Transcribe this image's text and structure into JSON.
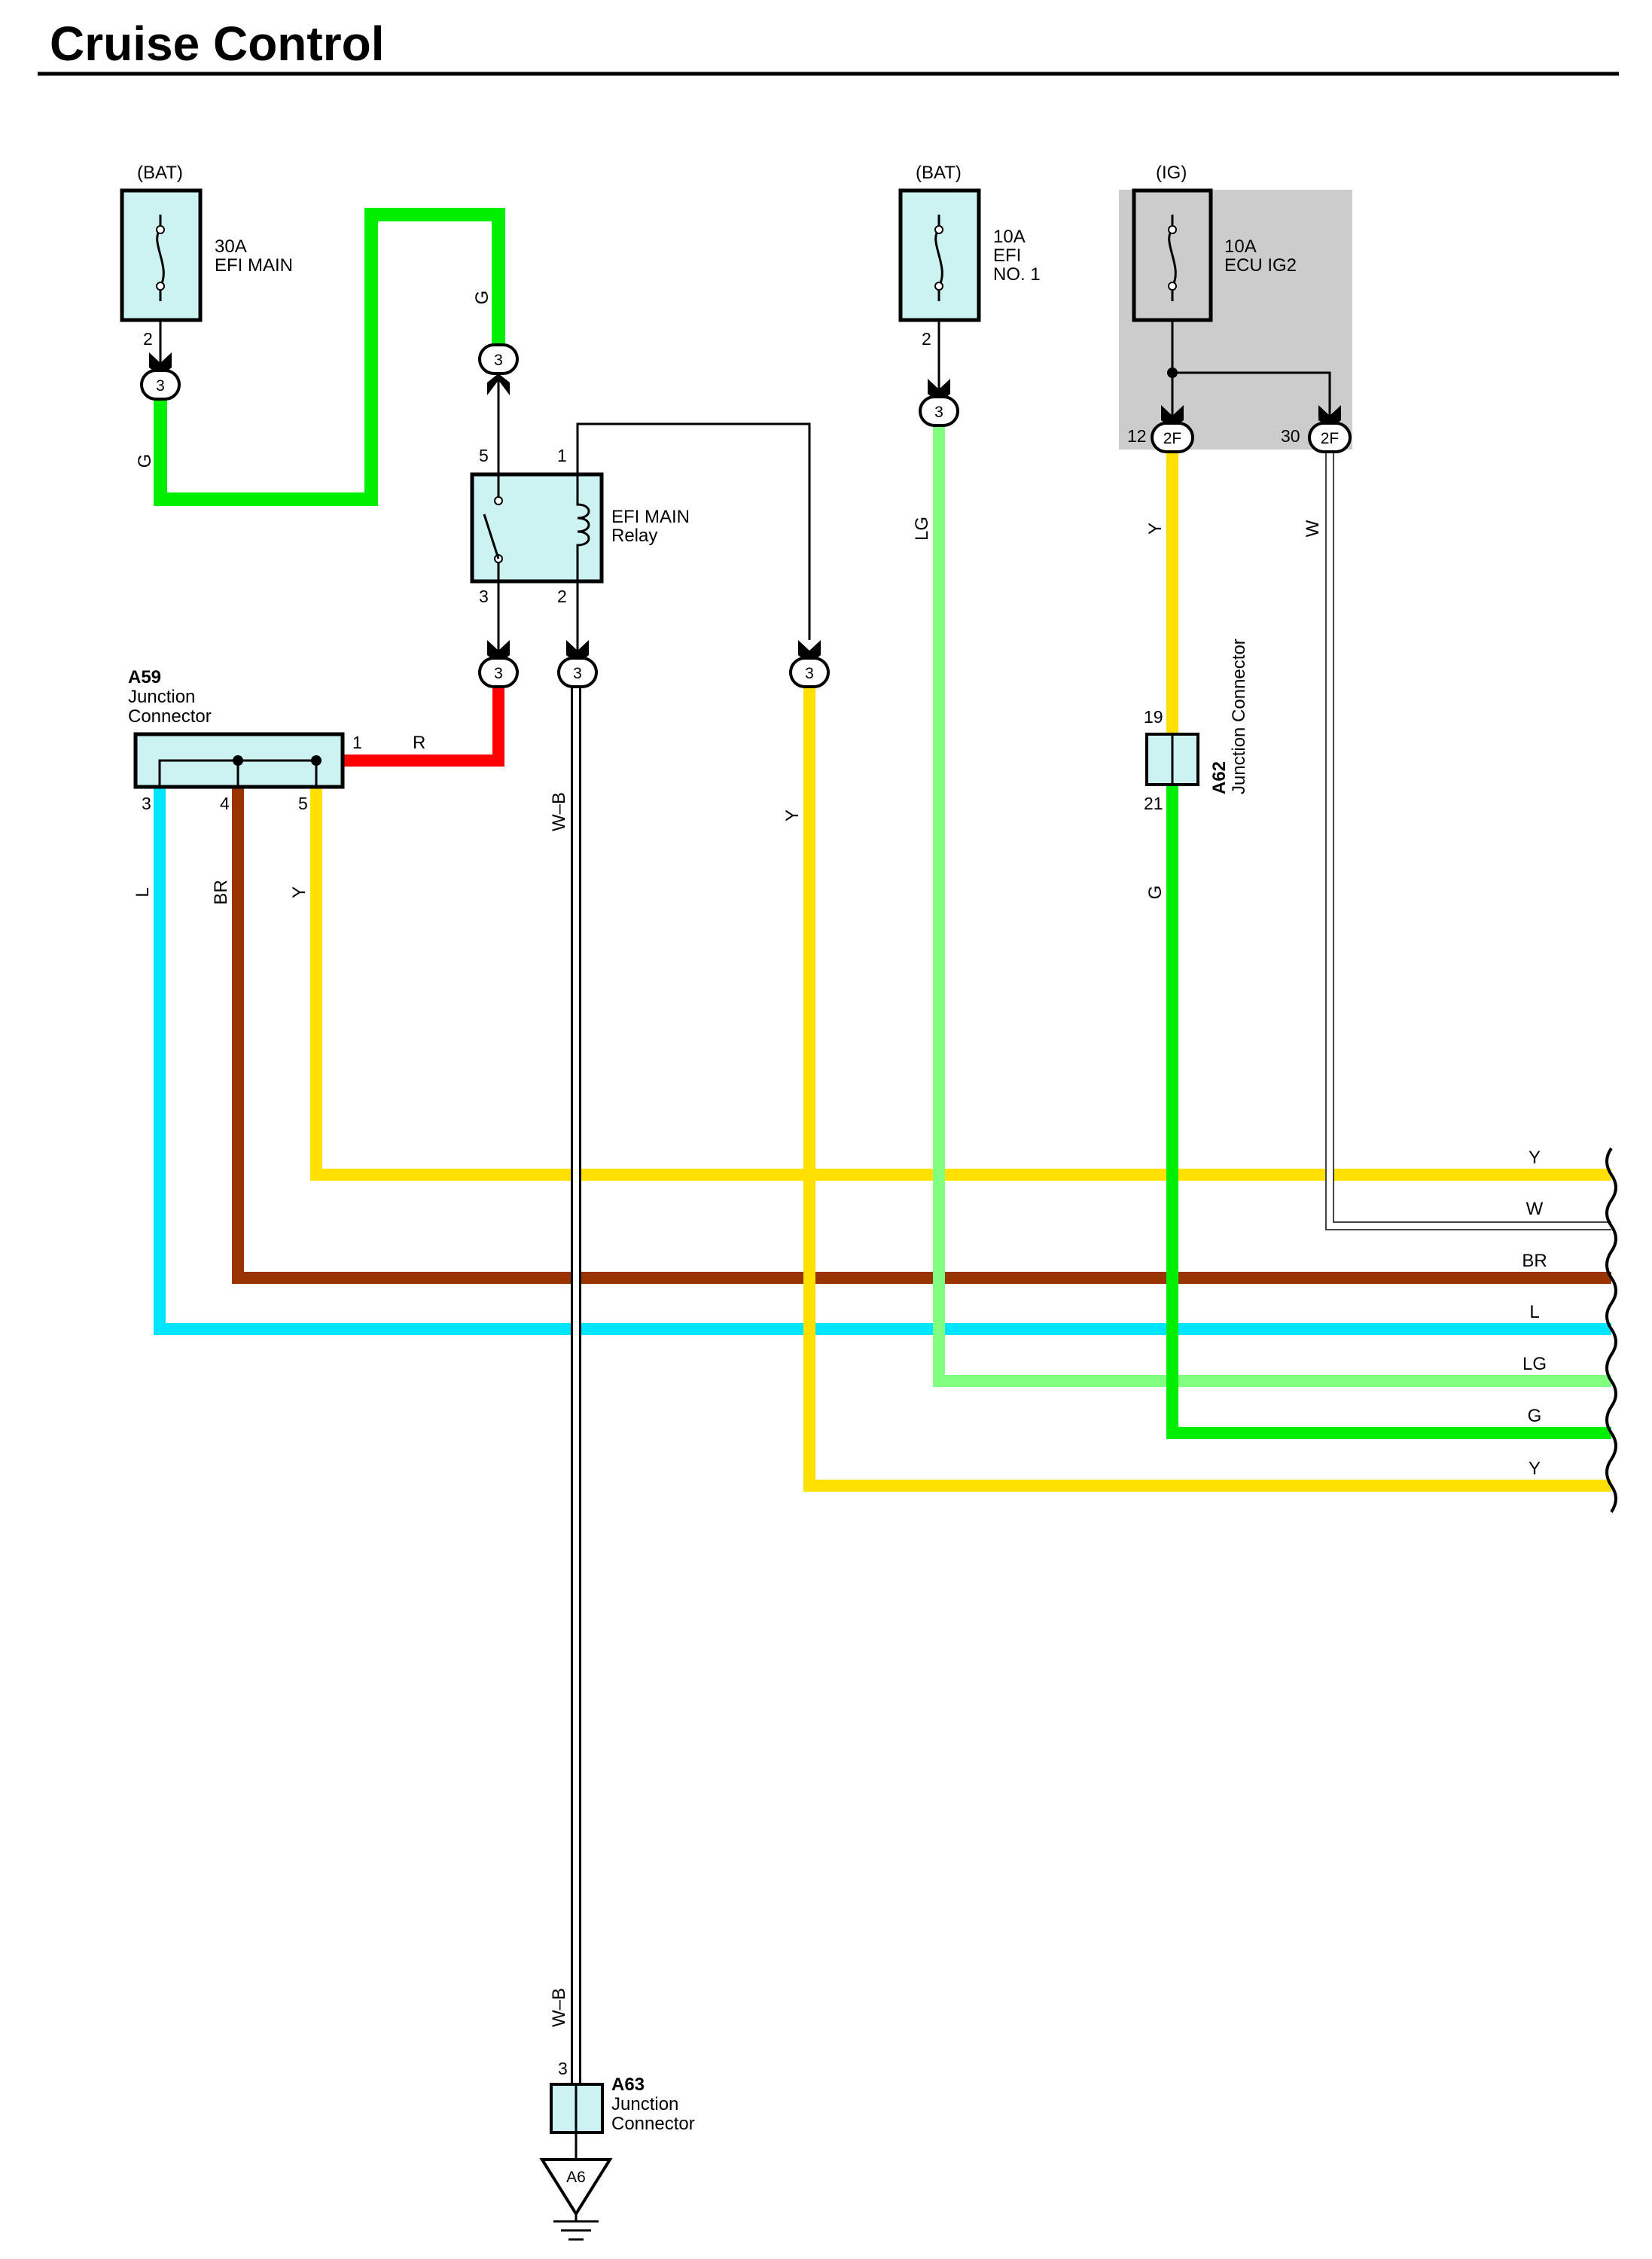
{
  "title": "Cruise Control",
  "wire_colors": {
    "G": "#00ee00",
    "LG": "#80ff80",
    "Y": "#ffe000",
    "R": "#ff0000",
    "L": "#00e5ff",
    "BR": "#993300",
    "W": "#ffffff",
    "W-B": "#ffffff",
    "body": "#ccf2f2",
    "ig_shade": "#cccccc"
  },
  "fuses": [
    {
      "source": "(BAT)",
      "rating": "30A",
      "lines": [
        "EFI MAIN"
      ],
      "pin": "2"
    },
    {
      "source": "(BAT)",
      "rating": "10A",
      "lines": [
        "EFI",
        "NO. 1"
      ],
      "pin": "2"
    },
    {
      "source": "(IG)",
      "rating": "10A",
      "lines": [
        "ECU IG2"
      ]
    }
  ],
  "relay": {
    "lines": [
      "EFI MAIN",
      "Relay"
    ],
    "pins": [
      "5",
      "1",
      "3",
      "2"
    ]
  },
  "connectors": {
    "a59": {
      "id": "A59",
      "lines": [
        "Junction",
        "Connector"
      ],
      "pins": [
        "1",
        "3",
        "4",
        "5"
      ]
    },
    "a62": {
      "id": "A62",
      "name": "Junction Connector",
      "pins": [
        "19",
        "21"
      ]
    },
    "a63": {
      "id": "A63",
      "lines": [
        "Junction",
        "Connector"
      ],
      "pin": "3"
    },
    "ground": "A6",
    "inline": "3",
    "ig_connector": "2F",
    "ig_pins": [
      "12",
      "30"
    ]
  },
  "wire_labels": {
    "fuse1_out": "G",
    "relay_in": "G",
    "a59_in": "R",
    "a59_l": "L",
    "a59_br": "BR",
    "a59_y": "Y",
    "ground_upper": "W–B",
    "ground_lower": "W–B",
    "relay_branch": "Y",
    "fuse2_out": "LG",
    "ig_y": "Y",
    "ig_w": "W",
    "a62_out": "G"
  },
  "outputs": [
    "Y",
    "W",
    "BR",
    "L",
    "LG",
    "G",
    "Y"
  ]
}
